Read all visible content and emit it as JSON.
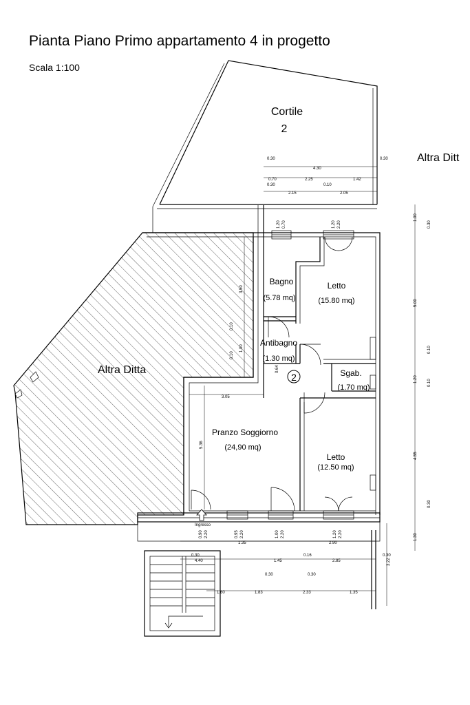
{
  "title": "Pianta Piano Primo appartamento 4 in progetto",
  "scale": "Scala 1:100",
  "rooms": {
    "cortile": "Cortile",
    "cortile_num": "2",
    "altra_ditta_top": "Altra Ditt",
    "altra_ditta": "Altra Ditta",
    "bagno": "Bagno",
    "bagno_area": "(5.78 mq)",
    "letto1": "Letto",
    "letto1_area": "(15.80 mq)",
    "antibagno": "Antibagno",
    "antibagno_area": "(1.30 mq)",
    "unit_number": "2",
    "sgab": "Sgab.",
    "sgab_area": "(1.70 mq)",
    "pranzo": "Pranzo Soggiorno",
    "pranzo_area": "(24,90 mq)",
    "letto2": "Letto",
    "letto2_area": "(12.50 mq)",
    "ingresso": "Ingresso"
  },
  "dims": {
    "top": [
      "0.30",
      "4.30",
      "0.30",
      "0.70",
      "2.25",
      "1.42",
      "0.30",
      "0.10",
      "2.15",
      "2.05"
    ],
    "windows_top": [
      "1.20",
      "0.70",
      "1.20",
      "2.20"
    ],
    "right": [
      "1.00",
      "0.30",
      "5.00",
      "0.10",
      "1.20",
      "0.10",
      "4.55",
      "0.30",
      "1.30",
      "0.30",
      "3.22"
    ],
    "interior": [
      "3.50",
      "0.10",
      "0.10",
      "1.00",
      "0.64",
      "3.05",
      "5.36"
    ],
    "windows_bottom": [
      "0.90",
      "2.20",
      "0.95",
      "2.20",
      "1.00",
      "2.20",
      "1.20",
      "2.20"
    ],
    "bottom": [
      "1.35",
      "2.90",
      "0.30",
      "0.16",
      "1.45",
      "2.85",
      "4.40",
      "0.30",
      "0.30",
      "1.60",
      "1.83",
      "2.33",
      "1.35"
    ]
  }
}
